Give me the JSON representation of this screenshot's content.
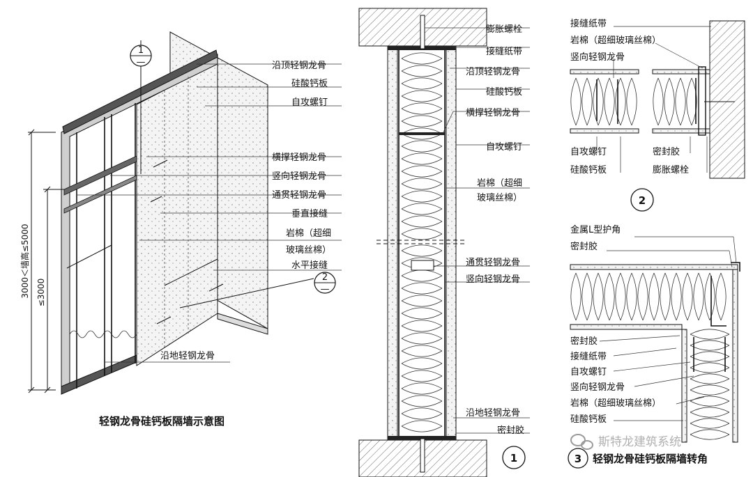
{
  "iso_view": {
    "caption": "轻钢龙骨硅钙板隔墙示意图",
    "callouts": [
      "沿顶轻钢龙骨",
      "硅酸钙板",
      "自攻螺钉",
      "横撑轻钢龙骨",
      "竖向轻钢龙骨",
      "通贯轻钢龙骨",
      "垂直接缝",
      "岩棉（超细",
      "玻璃丝棉）",
      "水平接缝",
      "沿地轻钢龙骨"
    ],
    "dimension_outer": "3000＜墙高≤5000",
    "dimension_inner": "≤3000",
    "detail_refs": [
      {
        "num": "1",
        "sub": "—"
      },
      {
        "num": "2",
        "sub": "—"
      }
    ]
  },
  "section_1": {
    "labels": [
      "膨胀螺栓",
      "接缝纸带",
      "沿顶轻钢龙骨",
      "硅酸钙板",
      "横撑轻钢龙骨",
      "自攻螺钉",
      "岩棉（超细",
      "玻璃丝棉）",
      "通贯轻钢龙骨",
      "竖向轻钢龙骨",
      "沿地轻钢龙骨",
      "密封胶"
    ],
    "number": "1"
  },
  "detail_2": {
    "labels_top": [
      "接缝纸带",
      "岩棉（超细玻璃丝棉）",
      "竖向轻钢龙骨"
    ],
    "labels_bottom": [
      "自攻螺钉",
      "硅酸钙板",
      "密封胶",
      "膨胀螺栓"
    ],
    "number": "2"
  },
  "detail_3": {
    "labels_top": [
      "金属L型护角",
      "密封胶"
    ],
    "labels_bottom": [
      "密封胶",
      "接缝纸带",
      "自攻螺钉",
      "竖向轻钢龙骨",
      "岩棉（超细玻璃丝棉）",
      "硅酸钙板"
    ],
    "number": "3",
    "caption": "轻钢龙骨硅钙板隔墙转角"
  },
  "watermark": {
    "text": "斯特龙建筑系统"
  }
}
